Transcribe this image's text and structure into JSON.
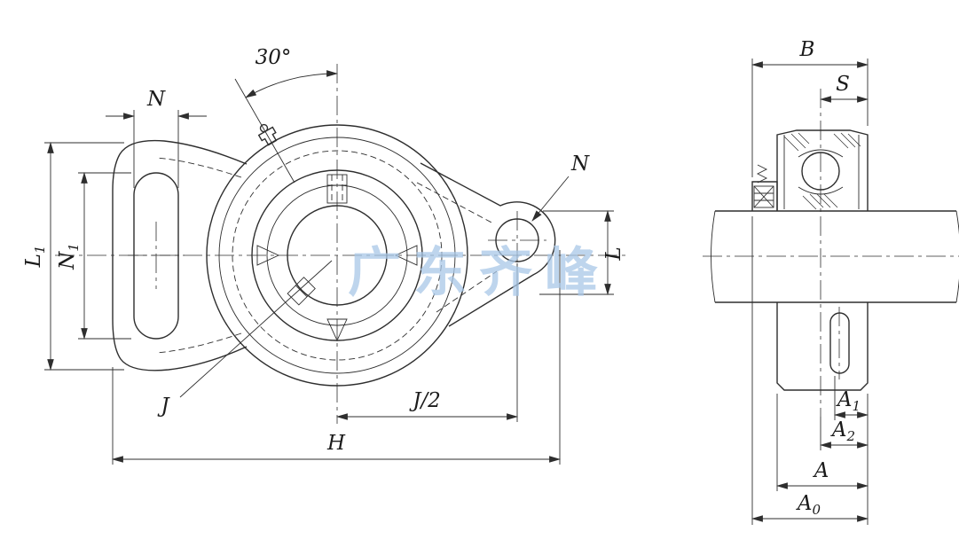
{
  "watermark": {
    "text": "广东齐峰"
  },
  "colors": {
    "watermark": "#a9c8e8",
    "line": "#2e2e2e"
  },
  "labels": {
    "angle30": "30°",
    "N_top": "N",
    "L1": {
      "base": "L",
      "sub": "1"
    },
    "N1": {
      "base": "N",
      "sub": "1"
    },
    "J": "J",
    "J2": "J/2",
    "H": "H",
    "N_lug": "N",
    "L": "L",
    "B": "B",
    "S": "S",
    "A1": {
      "base": "A",
      "sub": "1"
    },
    "A2": {
      "base": "A",
      "sub": "2"
    },
    "A": "A",
    "A0": {
      "base": "A",
      "sub": "0"
    }
  }
}
